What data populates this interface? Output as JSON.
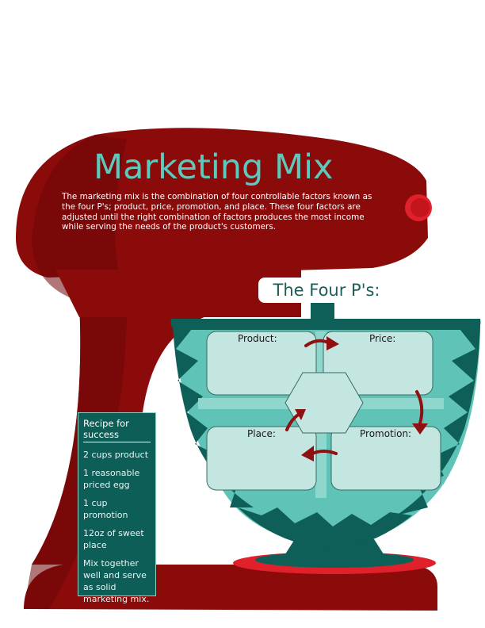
{
  "header": {
    "title": "Marketing Mix",
    "description": "The marketing mix is the combination of four controllable factors known as the four P's; product, price, promotion, and place. These four factors are adjusted until the right combination of factors produces the most income while serving the needs of the product's customers."
  },
  "four_ps": {
    "heading": "The Four P's:",
    "items": {
      "product": "Product:",
      "price": "Price:",
      "place": "Place:",
      "promotion": "Promotion:"
    }
  },
  "recipe": {
    "title": "Recipe for success",
    "items": [
      "2 cups product",
      "1 reasonable priced egg",
      "1 cup promotion",
      "12oz of sweet place",
      "Mix together well and serve as solid marketing mix."
    ]
  },
  "colors": {
    "mixer_red": "#8b0a0a",
    "accent_red": "#e0202a",
    "bowl_teal": "#5fc3b7",
    "bowl_dark": "#0e5f58",
    "box_fill": "#c3e6e0",
    "arrow_red": "#8e1010"
  }
}
